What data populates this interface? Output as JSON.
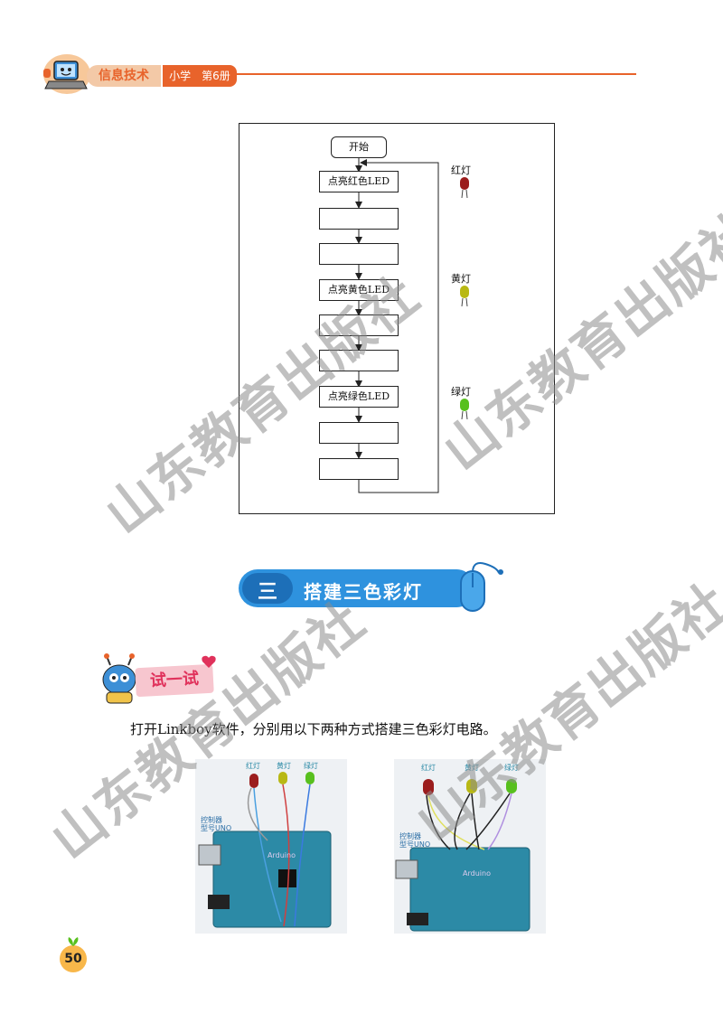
{
  "header": {
    "subject": "信息技术",
    "grade": "小学　第6册"
  },
  "flowchart": {
    "start": "开始",
    "step_red": "点亮红色LED",
    "step_yellow": "点亮黄色LED",
    "step_green": "点亮绿色LED",
    "leds": {
      "red": "红灯",
      "yellow": "黄灯",
      "green": "绿灯"
    },
    "colors": {
      "red": "#9b1d1d",
      "yellow": "#b8b814",
      "green": "#58c01e"
    }
  },
  "section": {
    "number": "三",
    "title": "搭建三色彩灯"
  },
  "activity": {
    "tag": "试一试",
    "instruction": "打开Linkboy软件，分别用以下两种方式搭建三色彩灯电路。"
  },
  "figure_left": {
    "led_labels": [
      "红灯",
      "黄灯",
      "绿灯"
    ],
    "controller": "控制器",
    "model": "型号UNO",
    "board": "Arduino"
  },
  "figure_right": {
    "led_labels": [
      "红灯",
      "黄灯",
      "绿灯"
    ],
    "controller": "控制器",
    "model": "型号UNO",
    "board": "Arduino"
  },
  "page": {
    "number": "50"
  },
  "watermark": "山东教育出版社"
}
